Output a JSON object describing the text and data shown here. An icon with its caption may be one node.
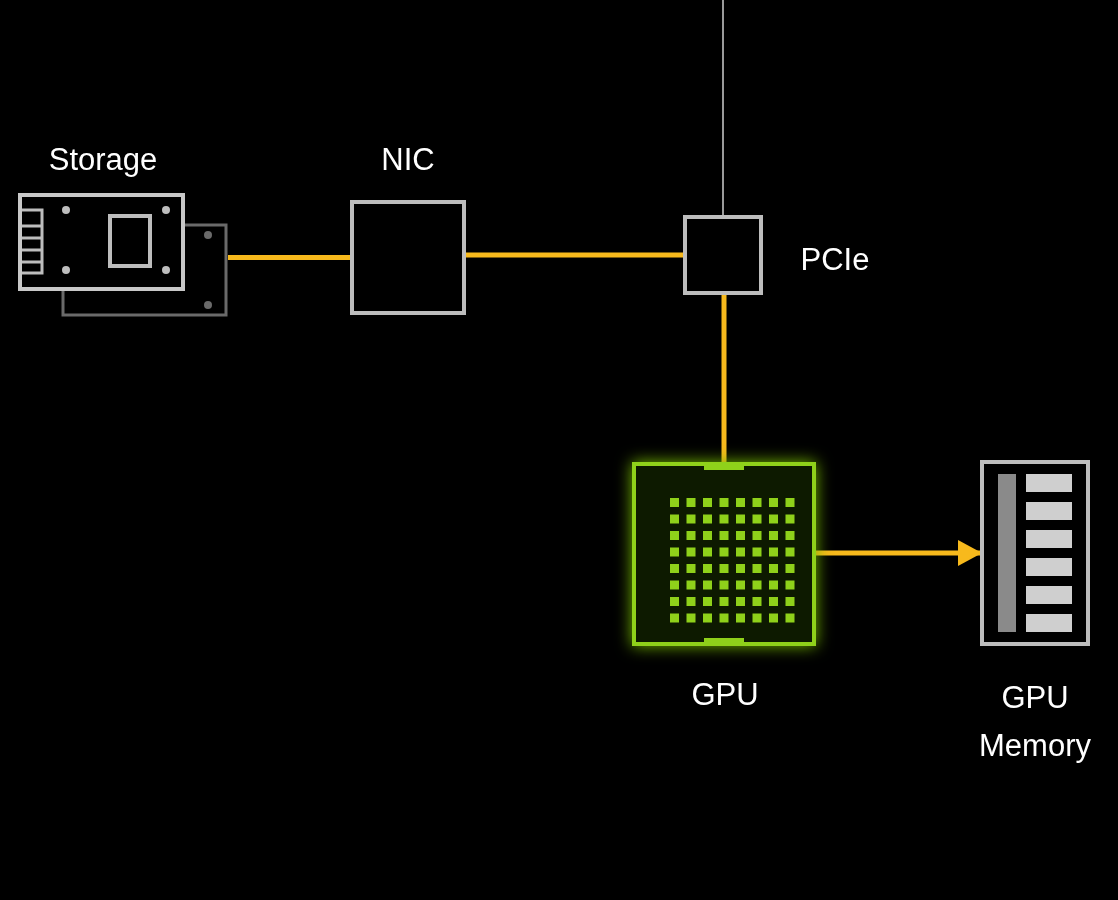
{
  "diagram": {
    "nodes": [
      {
        "text": [
          "Storage"
        ]
      },
      {
        "text": [
          "NIC"
        ]
      },
      {
        "text": [
          "PCIe"
        ]
      },
      {
        "text": [
          "GPU"
        ]
      },
      {
        "text": [
          "GPU Memory"
        ]
      }
    ],
    "edges": [
      {
        "from": 0,
        "to": 1,
        "arrow": "none"
      },
      {
        "from": 1,
        "to": 2,
        "arrow": "none"
      },
      {
        "from": 2,
        "to": 3,
        "arrow": "none"
      },
      {
        "from": 3,
        "to": 4,
        "arrow": "to"
      },
      {
        "from": null,
        "to": 2,
        "arrow": "none",
        "color": "#9a9a9a"
      }
    ]
  }
}
